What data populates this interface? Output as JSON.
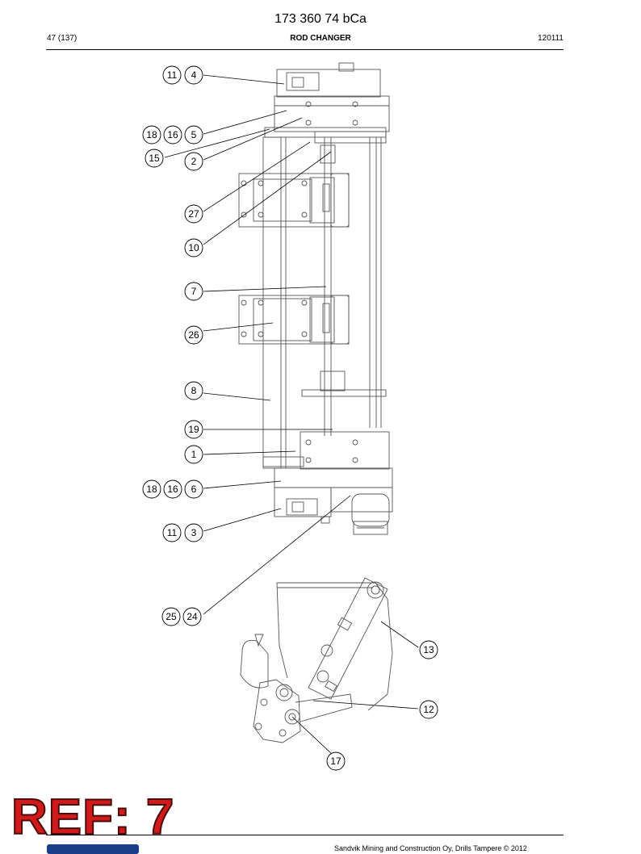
{
  "header": {
    "doc_number": "173 360 74 bCa",
    "page": "47 (137)",
    "title": "ROD CHANGER",
    "date": "120111"
  },
  "callouts": {
    "c11a": "11",
    "c4": "4",
    "c18a": "18",
    "c16a": "16",
    "c5": "5",
    "c15": "15",
    "c2": "2",
    "c27": "27",
    "c10": "10",
    "c7": "7",
    "c26": "26",
    "c8": "8",
    "c19": "19",
    "c1": "1",
    "c18b": "18",
    "c16b": "16",
    "c6": "6",
    "c11b": "11",
    "c3": "3",
    "c25": "25",
    "c24": "24",
    "c13": "13",
    "c12": "12",
    "c17": "17"
  },
  "stamp": {
    "ref": "REF: 7"
  },
  "footer": {
    "copyright": "Sandvik Mining and Construction Oy, Drills Tampere © 2012"
  },
  "colors": {
    "stamp_red": "#d11a1a",
    "line": "#000000",
    "drawing": "#555555"
  }
}
